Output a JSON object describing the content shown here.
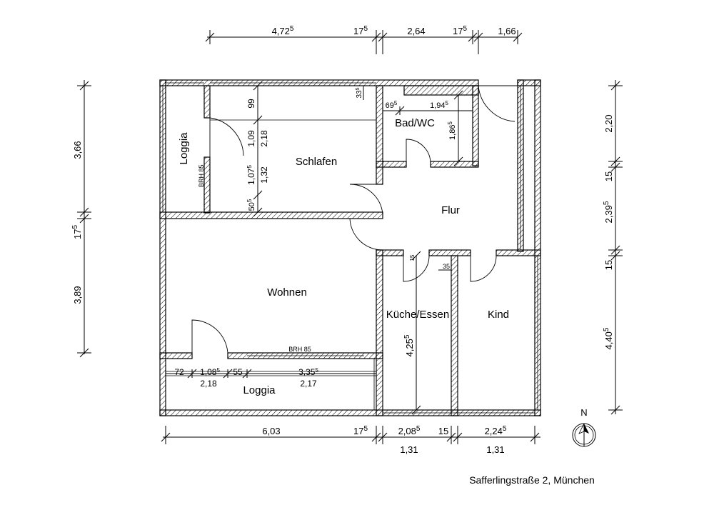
{
  "rooms": {
    "loggia_top": "Loggia",
    "schlafen": "Schlafen",
    "bad": "Bad/WC",
    "flur": "Flur",
    "wohnen": "Wohnen",
    "kueche": "Küche/Essen",
    "kind": "Kind",
    "loggia_bottom": "Loggia"
  },
  "brh": {
    "top": "BRH 85",
    "bottom": "BRH 85"
  },
  "dims_top": {
    "d1": "4,72",
    "d1s": "5",
    "d2": "17",
    "d2s": "5",
    "d3": "2,64",
    "d4": "17",
    "d4s": "5",
    "d5": "1,66"
  },
  "dims_left": {
    "d1": "3,66",
    "d2": "17",
    "d2s": "5",
    "d3": "3,89"
  },
  "dims_right": {
    "d1": "2,20",
    "d2": "15",
    "d3": "2,39",
    "d3s": "5",
    "d4": "15",
    "d5": "4,40",
    "d5s": "5"
  },
  "dims_bottom": {
    "d1": "6,03",
    "d2": "17",
    "d2s": "5",
    "d3": "2,08",
    "d3s": "5",
    "d3b": "1,31",
    "d4": "15",
    "d5": "2,24",
    "d5s": "5",
    "d5b": "1,31"
  },
  "dims_schlafen": {
    "a": "99",
    "b": "1,09",
    "c": "2,18",
    "d": "1,07",
    "ds": "5",
    "e": "1,32",
    "f": "50",
    "fs": "5",
    "g": "33",
    "gs": "5"
  },
  "dims_bad": {
    "a": "69",
    "as": "5",
    "b": "1,94",
    "bs": "5",
    "c": "1,86",
    "cs": "5"
  },
  "dims_kueche": {
    "a": "4,25",
    "as": "5",
    "b": "15",
    "c": "35"
  },
  "dims_loggia": {
    "a": "72",
    "b": "1,08",
    "bs": "5",
    "c": "55",
    "d": "3,35",
    "ds": "5",
    "e": "2,18",
    "f": "2,17"
  },
  "compass": "N",
  "address": "Safferlingstraße 2, München"
}
